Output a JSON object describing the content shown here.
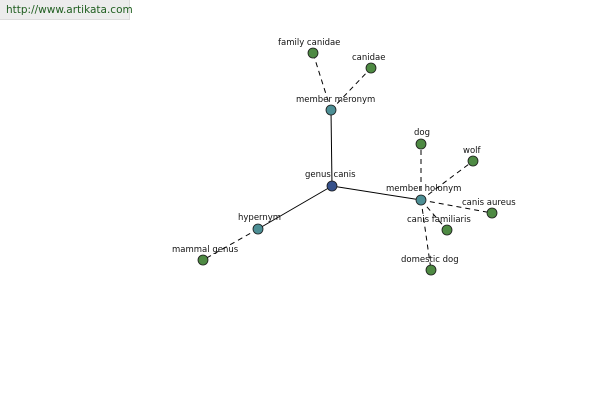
{
  "site": {
    "url": "http://www.artikata.com"
  },
  "colors": {
    "root": "#35508a",
    "relation": "#4d8f95",
    "term": "#4e8a43"
  },
  "graph": {
    "nodes": [
      {
        "id": "genus-canis",
        "label": "genus canis",
        "kind": "root"
      },
      {
        "id": "member-meronym",
        "label": "member meronym",
        "kind": "relation"
      },
      {
        "id": "member-holonym",
        "label": "member holonym",
        "kind": "relation"
      },
      {
        "id": "hypernym",
        "label": "hypernym",
        "kind": "relation"
      },
      {
        "id": "family-canidae",
        "label": "family canidae",
        "kind": "term"
      },
      {
        "id": "canidae",
        "label": "canidae",
        "kind": "term"
      },
      {
        "id": "dog",
        "label": "dog",
        "kind": "term"
      },
      {
        "id": "wolf",
        "label": "wolf",
        "kind": "term"
      },
      {
        "id": "canis-aureus",
        "label": "canis aureus",
        "kind": "term"
      },
      {
        "id": "canis-familiaris",
        "label": "canis familiaris",
        "kind": "term"
      },
      {
        "id": "domestic-dog",
        "label": "domestic dog",
        "kind": "term"
      },
      {
        "id": "mammal-genus",
        "label": "mammal genus",
        "kind": "term"
      }
    ],
    "edges": [
      {
        "from": "genus-canis",
        "to": "member-meronym",
        "style": "solid"
      },
      {
        "from": "genus-canis",
        "to": "member-holonym",
        "style": "solid"
      },
      {
        "from": "genus-canis",
        "to": "hypernym",
        "style": "solid"
      },
      {
        "from": "member-meronym",
        "to": "family-canidae",
        "style": "dashed"
      },
      {
        "from": "member-meronym",
        "to": "canidae",
        "style": "dashed"
      },
      {
        "from": "member-holonym",
        "to": "dog",
        "style": "dashed"
      },
      {
        "from": "member-holonym",
        "to": "wolf",
        "style": "dashed"
      },
      {
        "from": "member-holonym",
        "to": "canis-aureus",
        "style": "dashed"
      },
      {
        "from": "member-holonym",
        "to": "canis-familiaris",
        "style": "dashed"
      },
      {
        "from": "member-holonym",
        "to": "domestic-dog",
        "style": "dashed"
      },
      {
        "from": "hypernym",
        "to": "mammal-genus",
        "style": "dashed"
      }
    ]
  }
}
